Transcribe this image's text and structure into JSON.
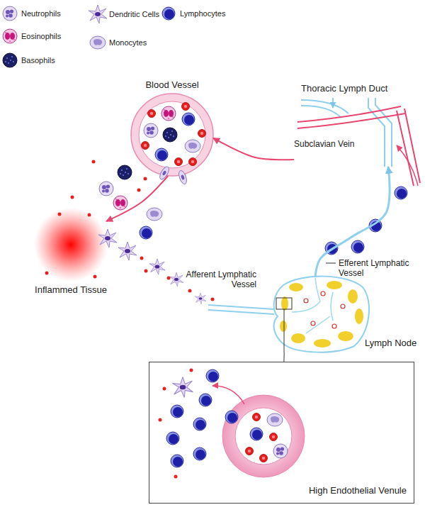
{
  "diagram": {
    "nodes": [
      {
        "text": [
          "Blood Vessel"
        ]
      },
      {
        "text": [
          "Inflammed Tissue"
        ]
      },
      {
        "text": [
          "Lymph Node"
        ]
      },
      {
        "text": [
          "High Endothelial Venule"
        ]
      },
      {
        "text": [
          "Thoracic Lymph Duct"
        ]
      }
    ],
    "edges": [
      {
        "from": 0,
        "to": 1,
        "arrow": "to"
      },
      {
        "from": 2,
        "to": 3,
        "arrow": "none"
      },
      {
        "from": 2,
        "to": 4,
        "arrow": "to"
      },
      {
        "from": 4,
        "to": 0,
        "arrow": "to"
      }
    ],
    "labels": [
      "Subclavian Vein",
      "Afferent Lymphatic Vessel",
      "Efferent Lymphatic Vessel"
    ],
    "legend": [
      {
        "text": "Neutrophils"
      },
      {
        "text": "Eosinophils"
      },
      {
        "text": "Basophils"
      },
      {
        "text": "Dendritic Cells"
      },
      {
        "text": "Monocytes"
      },
      {
        "text": "Lymphocytes"
      }
    ]
  }
}
